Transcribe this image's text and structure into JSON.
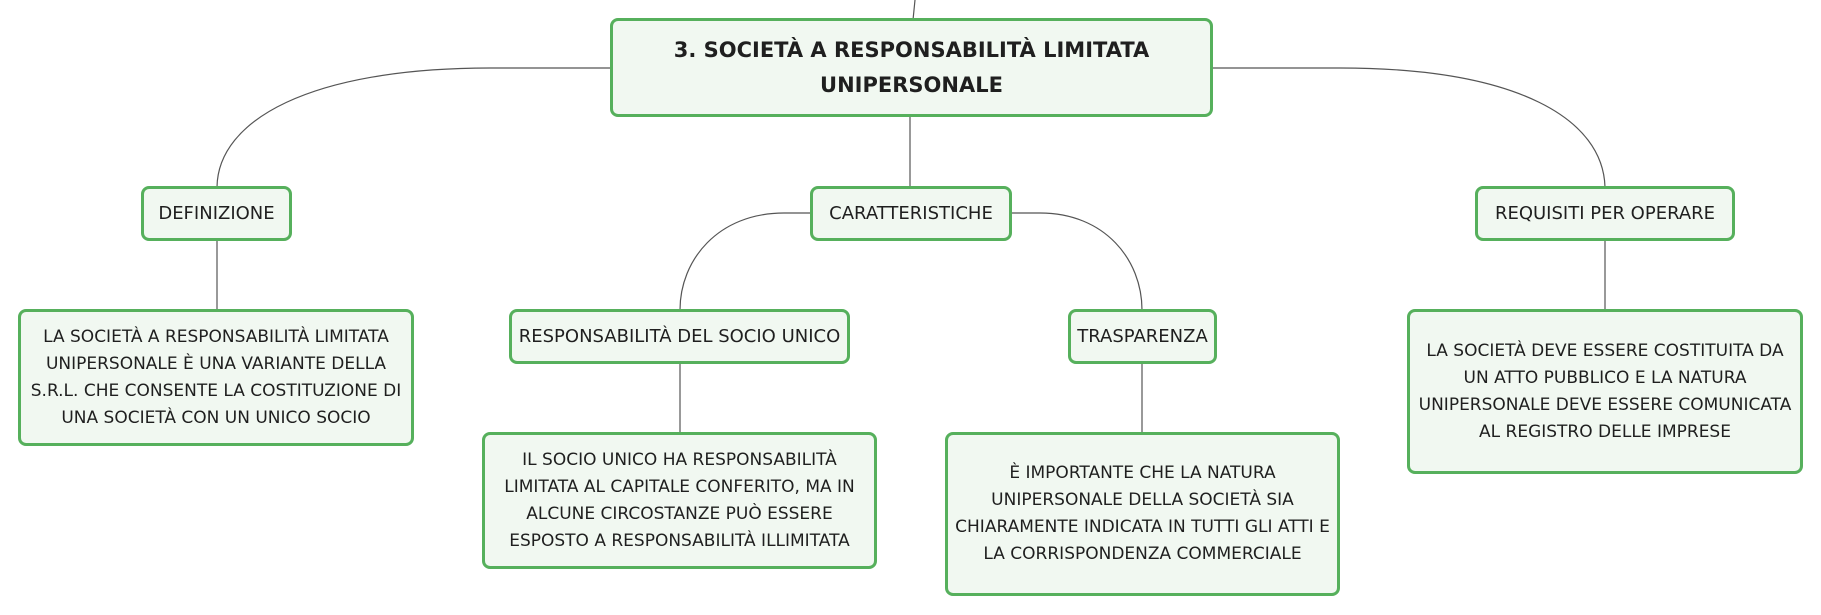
{
  "mindmap": {
    "root": {
      "title": "3. SOCIETÀ A RESPONSABILITÀ LIMITATA UNIPERSONALE"
    },
    "definizione": {
      "label": "DEFINIZIONE",
      "text": "LA SOCIETÀ A RESPONSABILITÀ LIMITATA UNIPERSONALE È UNA VARIANTE DELLA S.R.L. CHE CONSENTE LA COSTITUZIONE DI UNA SOCIETÀ CON UN UNICO SOCIO"
    },
    "caratteristiche": {
      "label": "CARATTERISTICHE",
      "responsabilita": {
        "label": "RESPONSABILITÀ DEL SOCIO UNICO",
        "text": "IL SOCIO UNICO HA RESPONSABILITÀ LIMITATA AL CAPITALE CONFERITO, MA IN ALCUNE CIRCOSTANZE PUÒ ESSERE ESPOSTO A RESPONSABILITÀ ILLIMITATA"
      },
      "trasparenza": {
        "label": "TRASPARENZA",
        "text": "È IMPORTANTE CHE LA NATURA UNIPERSONALE DELLA SOCIETÀ SIA CHIARAMENTE INDICATA IN TUTTI GLI ATTI E LA CORRISPONDENZA COMMERCIALE"
      }
    },
    "requisiti": {
      "label": "REQUISITI PER OPERARE",
      "text": "LA SOCIETÀ DEVE ESSERE COSTITUITA DA UN ATTO PUBBLICO E LA NATURA UNIPERSONALE DEVE ESSERE COMUNICATA AL REGISTRO DELLE IMPRESE"
    }
  },
  "colors": {
    "node_border": "#56b05c",
    "node_fill": "#f1f8f1",
    "connector": "#555555",
    "text": "#1f1f1f"
  }
}
